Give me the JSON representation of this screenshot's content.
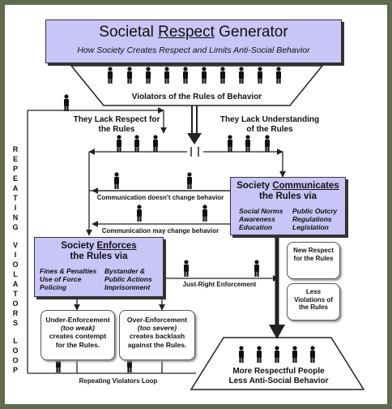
{
  "title": {
    "before": "Societal ",
    "emph": "Respect",
    "after": " Generator",
    "subtitle": "How Society Creates Respect and Limits Anti-Social Behavior"
  },
  "funnel_top_label": "Violators of the Rules of Behavior",
  "lack_respect": "They Lack Respect for the Rules",
  "lack_understanding": "They Lack Understanding of the Rules",
  "comm_no_change": "Communication doesn't change behavior",
  "comm_may_change": "Communication may change behavior",
  "communicates_box": {
    "title_before": "Society ",
    "title_emph": "Communicates",
    "title_after": "the Rules via",
    "items": [
      "Social Norms",
      "Public Outcry",
      "Awareness",
      "Regulations",
      "Education",
      "Legislation"
    ]
  },
  "enforces_box": {
    "title_before": "Society ",
    "title_emph": "Enforces",
    "title_after": "the Rules via",
    "items": [
      "Fines & Penalties",
      "Bystander &",
      "Use of Force",
      "Public Actions",
      "Policing",
      "Imprisonment"
    ]
  },
  "just_right": "Just-Right Enforcement",
  "new_respect": "New Respect for the Rules",
  "less_violations": "Less Violations of the Rules",
  "under_enforcement": {
    "heading": "Under-Enforcement",
    "qualifier": "(too weak)",
    "line1": "creates contempt",
    "line2": "for the Rules."
  },
  "over_enforcement": {
    "heading": "Over-Enforcement",
    "qualifier": "(too severe)",
    "line1": "creates backlash",
    "line2": "against the Rules."
  },
  "bottom_label_1": "More Respectful People",
  "bottom_label_2": "Less Anti-Social Behavior",
  "repeating_loop": "Repeating Violators Loop",
  "vertical_loop": "REPEATING VIOLATORS LOOP"
}
